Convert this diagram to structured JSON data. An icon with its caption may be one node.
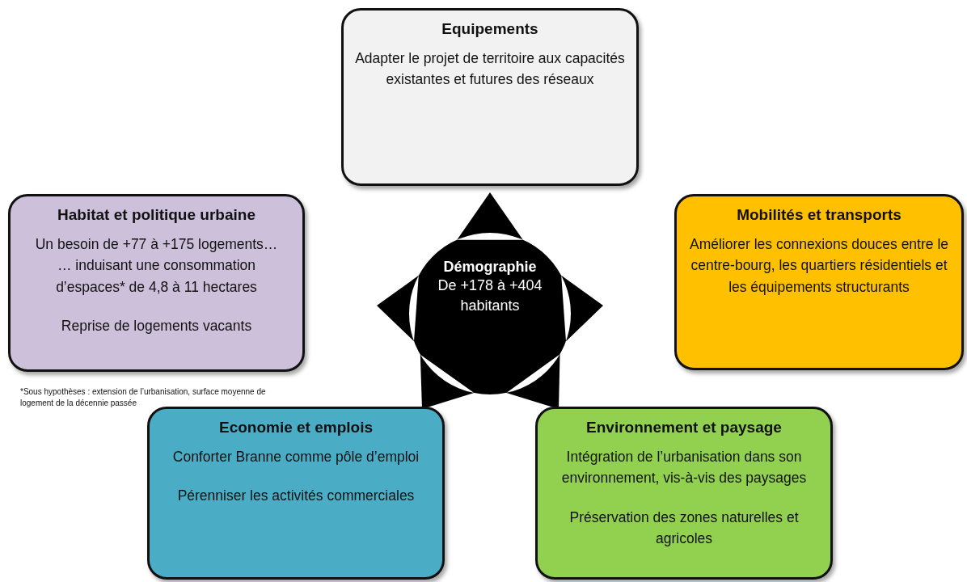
{
  "diagram": {
    "nodes": [
      {
        "text": [
          "Equipements",
          "Adapter le projet de territoire aux capacités existantes et futures des réseaux"
        ]
      },
      {
        "text": [
          "Habitat et politique urbaine",
          "Un besoin de +77 à +175 logements…",
          "… induisant une consommation d’espaces* de 4,8 à 11 hectares",
          "Reprise de logements vacants"
        ]
      },
      {
        "text": [
          "Démographie",
          "De +178 à +404 habitants"
        ]
      },
      {
        "text": [
          "Mobilités et transports",
          "Améliorer les connexions douces entre le centre-bourg, les quartiers résidentiels et les équipements structurants"
        ]
      },
      {
        "text": [
          "Economie et emplois",
          "Conforter Branne comme pôle d’emploi",
          "Pérenniser les activités commerciales"
        ]
      },
      {
        "text": [
          "Environnement et paysage",
          "Intégration de l’urbanisation dans son environnement, vis-à-vis des paysages",
          "Préservation des zones naturelles et agricoles"
        ]
      }
    ],
    "edges": [],
    "labels": [
      "*Sous hypothèses : extension de l’urbanisation, surface moyenne de logement de la décennie passée"
    ]
  }
}
